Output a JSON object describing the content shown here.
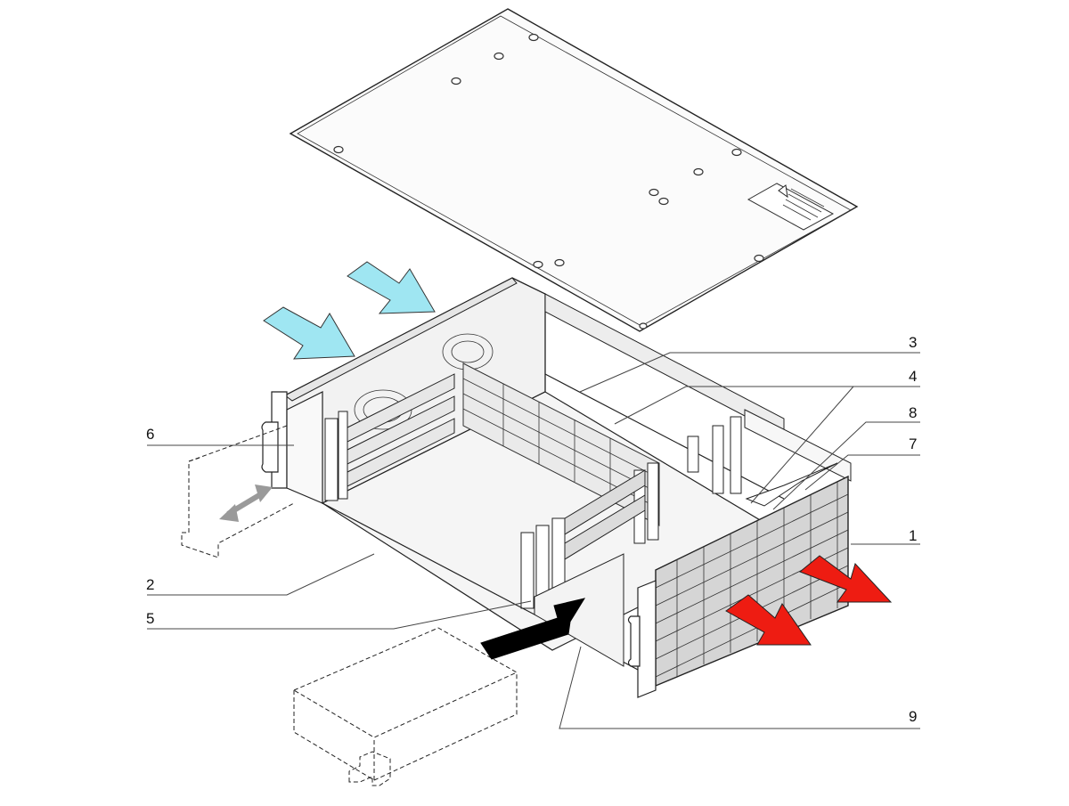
{
  "callouts": {
    "c1": "1",
    "c2": "2",
    "c3": "3",
    "c4": "4",
    "c5": "5",
    "c6": "6",
    "c7": "7",
    "c8": "8",
    "c9": "9"
  },
  "colors": {
    "inflow_arrow": "#9fe6f2",
    "exhaust_arrow": "#ee1c12",
    "insert_arrow": "#000000",
    "move_arrow": "#9a9a9a"
  }
}
